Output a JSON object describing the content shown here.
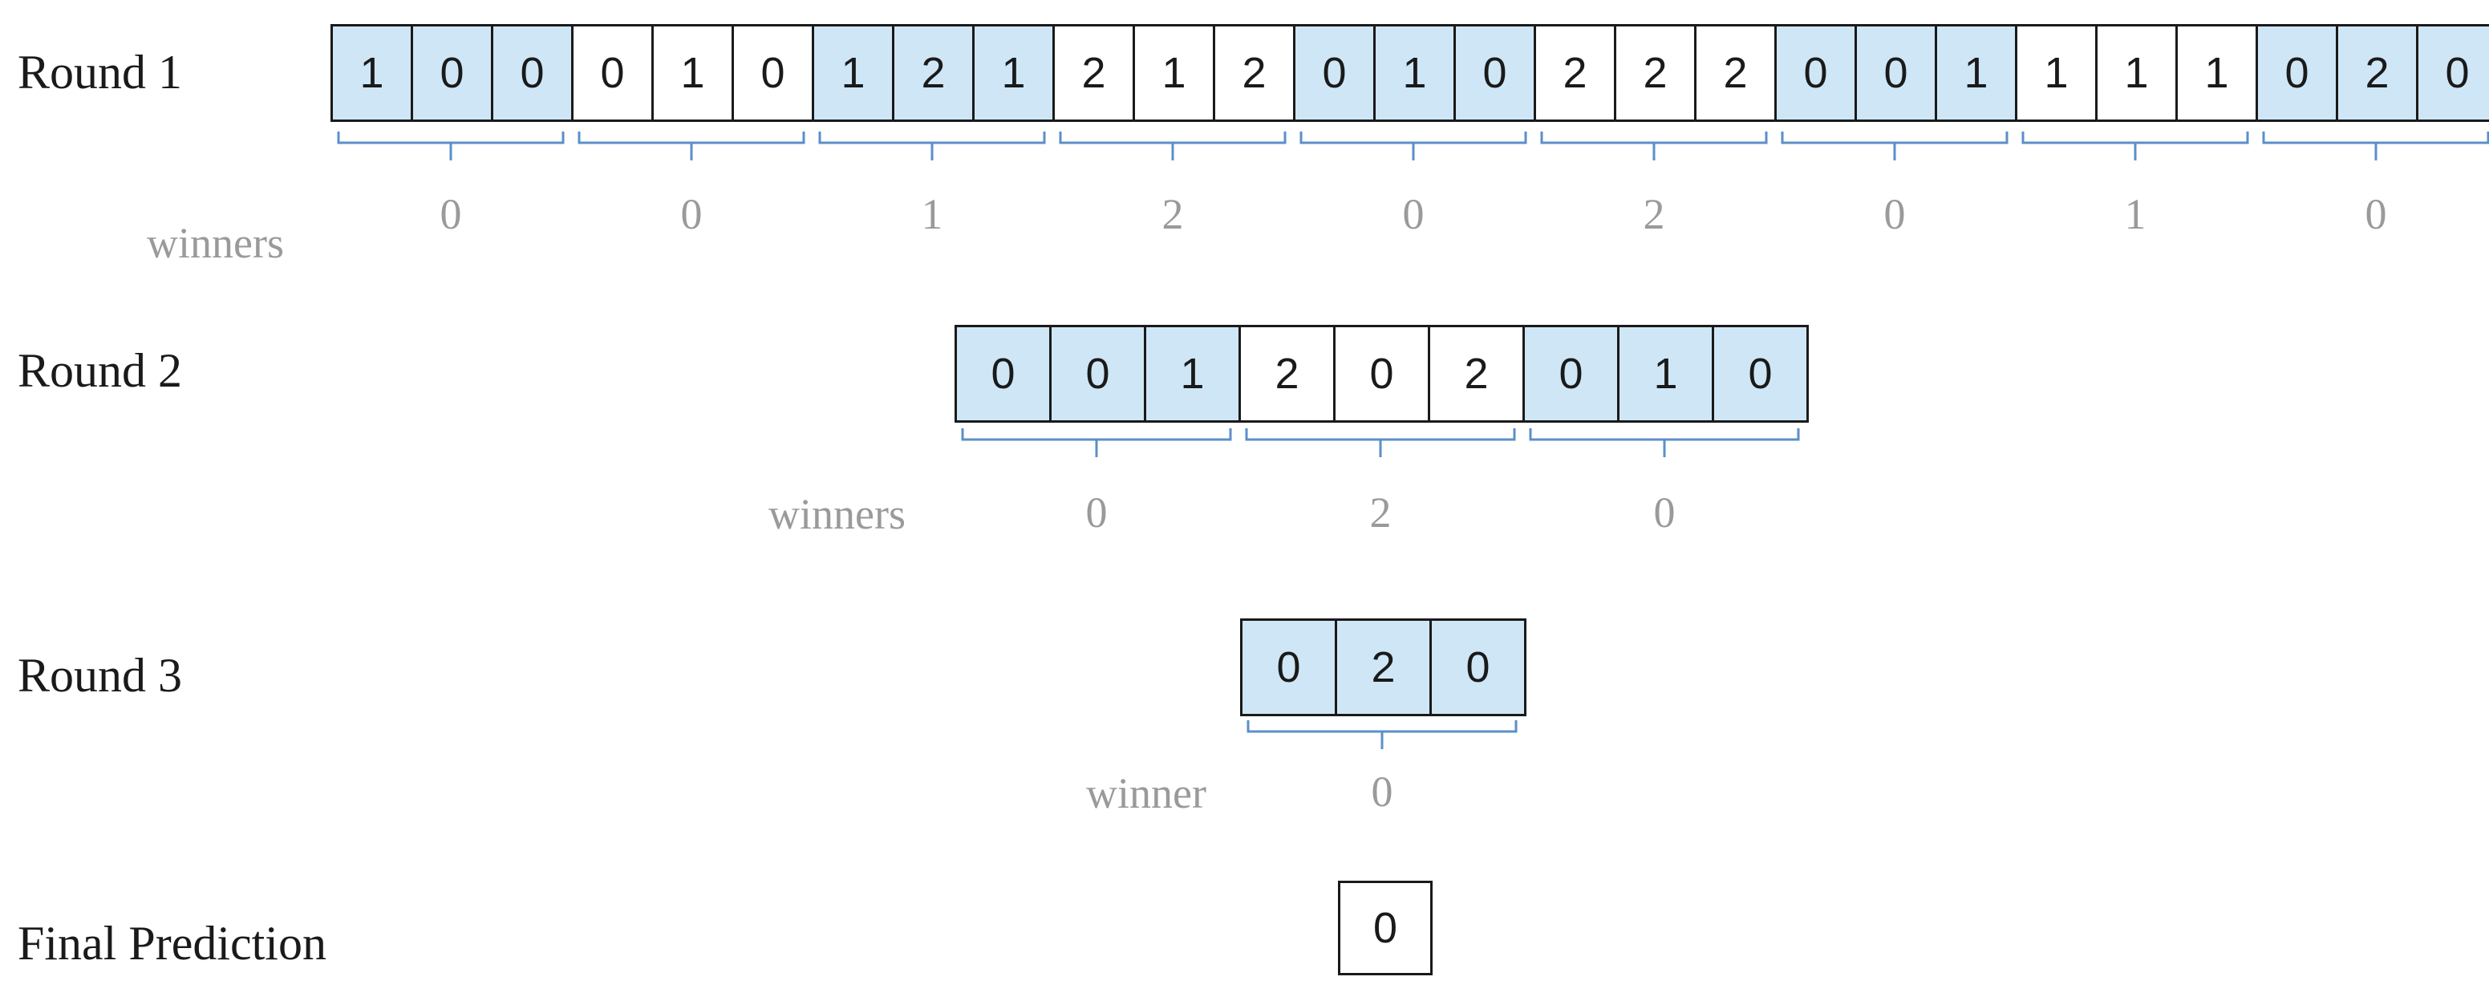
{
  "rounds": [
    {
      "label": "Round 1",
      "winners_label": "winners",
      "groups": [
        {
          "votes": [
            "1",
            "0",
            "0"
          ],
          "shaded": true,
          "winner": "0"
        },
        {
          "votes": [
            "0",
            "1",
            "0"
          ],
          "shaded": false,
          "winner": "0"
        },
        {
          "votes": [
            "1",
            "2",
            "1"
          ],
          "shaded": true,
          "winner": "1"
        },
        {
          "votes": [
            "2",
            "1",
            "2"
          ],
          "shaded": false,
          "winner": "2"
        },
        {
          "votes": [
            "0",
            "1",
            "0"
          ],
          "shaded": true,
          "winner": "0"
        },
        {
          "votes": [
            "2",
            "2",
            "2"
          ],
          "shaded": false,
          "winner": "2"
        },
        {
          "votes": [
            "0",
            "0",
            "1"
          ],
          "shaded": true,
          "winner": "0"
        },
        {
          "votes": [
            "1",
            "1",
            "1"
          ],
          "shaded": false,
          "winner": "1"
        },
        {
          "votes": [
            "0",
            "2",
            "0"
          ],
          "shaded": true,
          "winner": "0"
        }
      ]
    },
    {
      "label": "Round 2",
      "winners_label": "winners",
      "groups": [
        {
          "votes": [
            "0",
            "0",
            "1"
          ],
          "shaded": true,
          "winner": "0"
        },
        {
          "votes": [
            "2",
            "0",
            "2"
          ],
          "shaded": false,
          "winner": "2"
        },
        {
          "votes": [
            "0",
            "1",
            "0"
          ],
          "shaded": true,
          "winner": "0"
        }
      ]
    },
    {
      "label": "Round 3",
      "winners_label": "winner",
      "groups": [
        {
          "votes": [
            "0",
            "2",
            "0"
          ],
          "shaded": true,
          "winner": "0"
        }
      ]
    }
  ],
  "final": {
    "label": "Final Prediction",
    "value": "0"
  },
  "colors": {
    "shaded_fill": "#cfe6f6",
    "bracket": "#5b8fc9",
    "winner_text": "#9a9a9a"
  }
}
